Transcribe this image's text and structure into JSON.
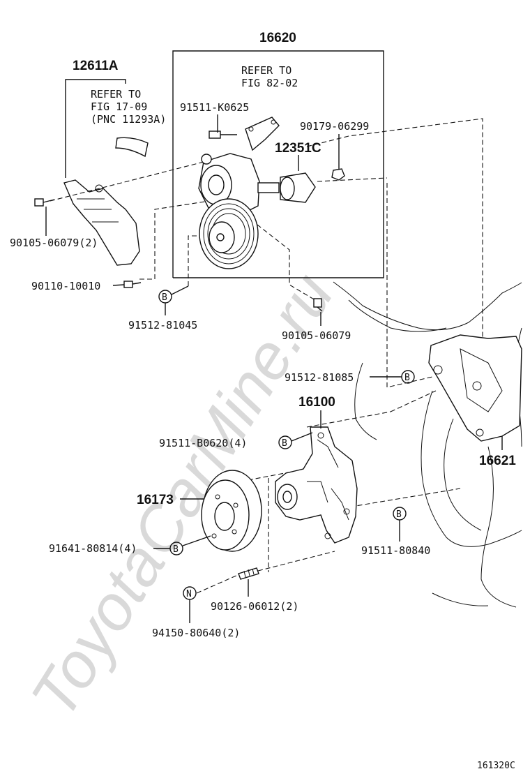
{
  "watermark": "ToyotaCarMine.ru",
  "figure_code": "161320C",
  "assembly": {
    "number": "16620",
    "refer": [
      "REFER TO",
      "FIG 82-02"
    ]
  },
  "cover": {
    "number": "12611A",
    "refer": [
      "REFER TO",
      "FIG 17-09",
      "(PNC 11293A)"
    ]
  },
  "labels": {
    "p12351c": "12351C",
    "p16100": "16100",
    "p16173": "16173",
    "p16621": "16621",
    "p91511_k0625": "91511-K0625",
    "p90179_06299": "90179-06299",
    "p90105_06079_2": "90105-06079(2)",
    "p90110_10010": "90110-10010",
    "p91512_81045": "91512-81045",
    "p90105_06079": "90105-06079",
    "p91512_81085": "91512-81085",
    "p91511_b0620_4": "91511-B0620(4)",
    "p91641_80814_4": "91641-80814(4)",
    "p91511_80840": "91511-80840",
    "p90126_06012_2": "90126-06012(2)",
    "p94150_80640_2": "94150-80640(2)"
  },
  "badges": {
    "b": "B",
    "n": "N"
  }
}
